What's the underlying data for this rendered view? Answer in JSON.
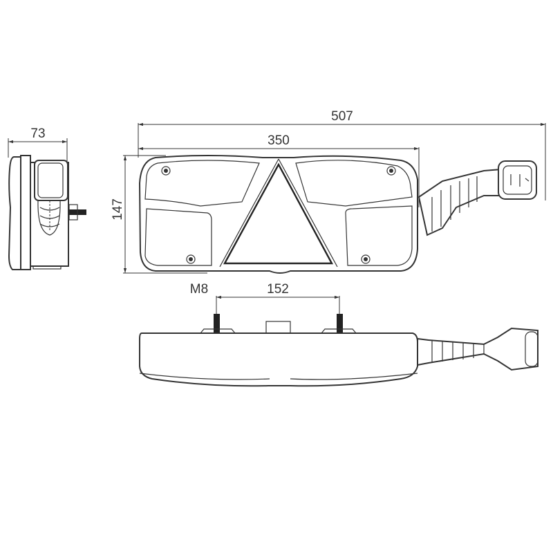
{
  "drawing": {
    "dimensions": {
      "depth": "73",
      "overall_length": "507",
      "body_length": "350",
      "height": "147",
      "thread": "M8",
      "bolt_spacing": "152"
    },
    "line_color": "#333333",
    "background": "#ffffff"
  }
}
